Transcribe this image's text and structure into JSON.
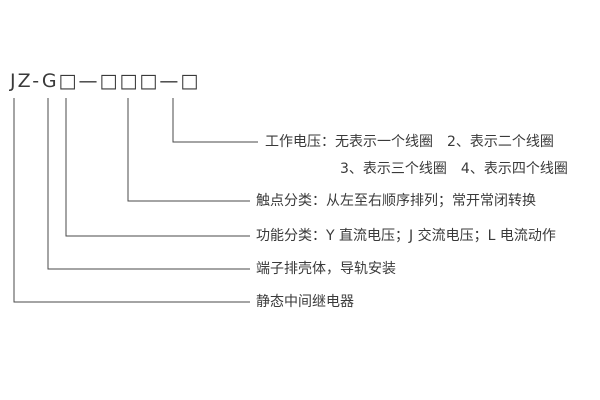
{
  "model": {
    "code": "JZ-G□—□□□—□"
  },
  "callouts": {
    "working_voltage": {
      "line1": "工作电压：无表示一个线圈　2、表示二个线圈",
      "line2": "3、表示三个线圈　4、表示四个线圈"
    },
    "contact_class": {
      "text": "触点分类：从左至右顺序排列；常开常闭转换"
    },
    "function_class": {
      "text": "功能分类：Y 直流电压；J 交流电压；L 电流动作"
    },
    "housing": {
      "text": "端子排壳体，导轨安装"
    },
    "relay_type": {
      "text": "静态中间继电器"
    }
  }
}
